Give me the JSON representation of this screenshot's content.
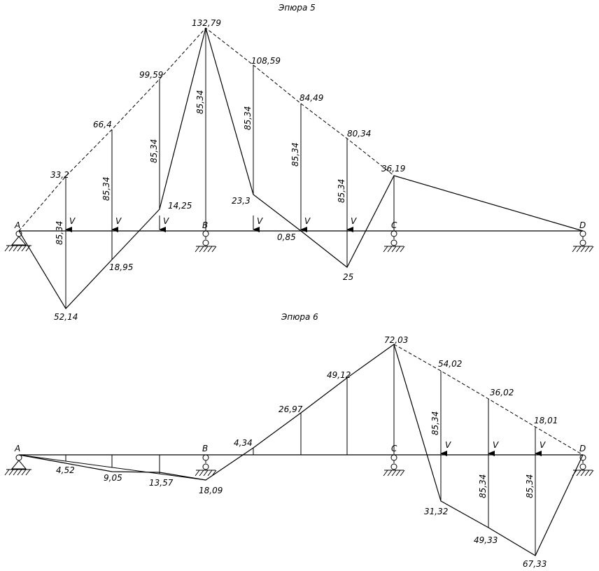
{
  "diagrams": [
    {
      "title": "Эпюра 5",
      "supports": [
        "A",
        "B",
        "C",
        "D"
      ],
      "force_label": "V",
      "values": {
        "v_132_79": "132,79",
        "v_108_59": "108,59",
        "v_99_59": "99,59",
        "v_84_49": "84,49",
        "v_80_34": "80,34",
        "v_66_4": "66,4",
        "v_36_19": "36,19",
        "v_33_2": "33,2",
        "v_23_3": "23,3",
        "v_14_25": "14,25",
        "v_0_85": "0,85",
        "v_18_95": "18,95",
        "v_25": "25",
        "v_52_14": "52,14",
        "v_85_34": "85,34"
      }
    },
    {
      "title": "Эпюра 6",
      "supports": [
        "A",
        "B",
        "C",
        "D"
      ],
      "force_label": "V",
      "values": {
        "v_72_03": "72,03",
        "v_54_02": "54,02",
        "v_49_12": "49,12",
        "v_36_02": "36,02",
        "v_26_97": "26,97",
        "v_18_01": "18,01",
        "v_4_34": "4,34",
        "v_4_52": "4,52",
        "v_9_05": "9,05",
        "v_13_57": "13,57",
        "v_18_09": "18,09",
        "v_31_32": "31,32",
        "v_49_33": "49,33",
        "v_67_33": "67,33",
        "v_85_34": "85,34"
      }
    }
  ]
}
